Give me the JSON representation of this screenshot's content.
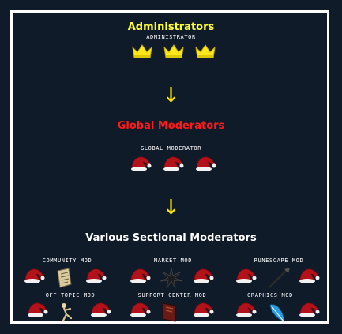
{
  "colors": {
    "background": "#101b2a",
    "frame": "#ffffff",
    "admin": "#ffff33",
    "global": "#ff1a1a",
    "section": "#ffffff",
    "arrow": "#ffe600"
  },
  "admins": {
    "title": "Administrators",
    "rank": "ADMINISTRATOR",
    "icons": [
      "crown-icon",
      "crown-icon",
      "crown-icon"
    ]
  },
  "arrow_glyph": "↓",
  "global": {
    "title": "Global Moderators",
    "rank": "GLOBAL MODERATOR",
    "icons": [
      "santa-hat-icon",
      "santa-hat-icon",
      "santa-hat-icon"
    ]
  },
  "sectional": {
    "title": "Various Sectional Moderators",
    "groups": [
      {
        "rank": "COMMUNITY MOD",
        "icons": [
          "santa-hat-icon",
          "scroll-icon",
          "santa-hat-icon"
        ]
      },
      {
        "rank": "MARKET MOD",
        "icons": [
          "santa-hat-icon",
          "black-star-icon",
          "santa-hat-icon"
        ]
      },
      {
        "rank": "RUNESCAPE MOD",
        "icons": [
          "santa-hat-icon",
          "spear-icon",
          "santa-hat-icon"
        ]
      },
      {
        "rank": "OFF TOPIC MOD",
        "icons": [
          "santa-hat-icon",
          "bone-figure-icon",
          "santa-hat-icon"
        ]
      },
      {
        "rank": "SUPPORT CENTER MOD",
        "icons": [
          "santa-hat-icon",
          "book-icon",
          "santa-hat-icon"
        ]
      },
      {
        "rank": "GRAPHICS MOD",
        "icons": [
          "santa-hat-icon",
          "feather-icon",
          "santa-hat-icon"
        ]
      }
    ]
  }
}
